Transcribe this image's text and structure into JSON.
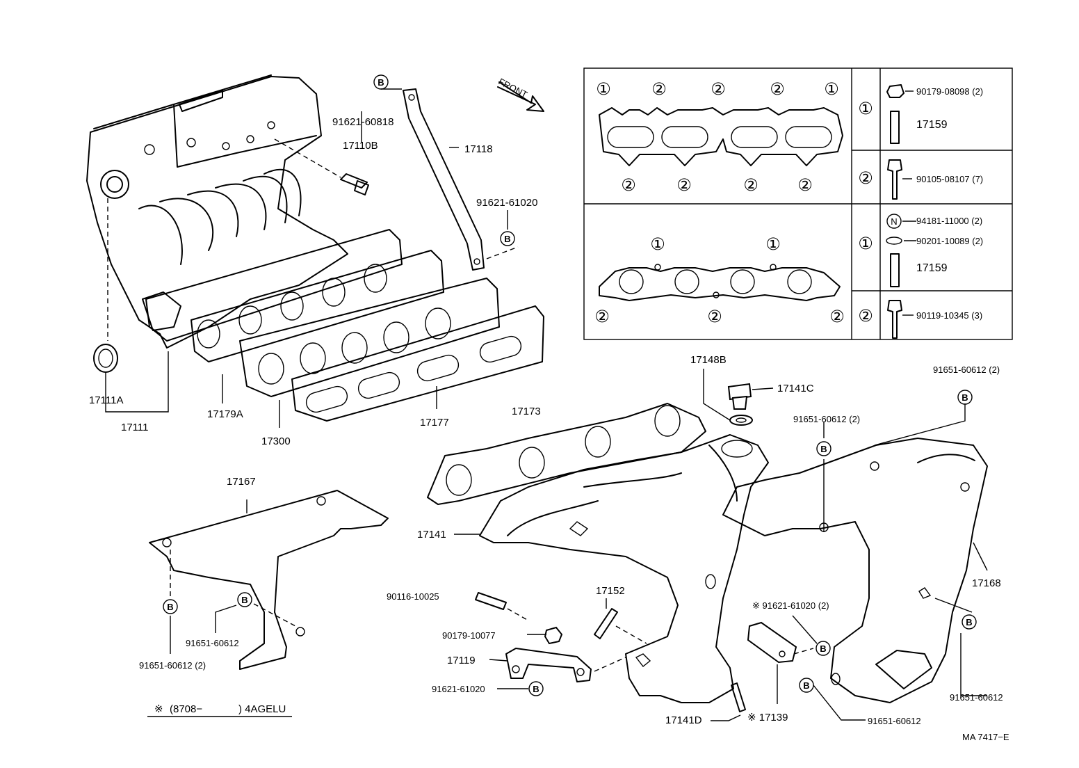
{
  "front_label": "FRONT",
  "note": {
    "mark": "※",
    "range": "(8708−",
    "model": ") 4AGELU"
  },
  "figure_code": "MA 7417−E",
  "gasket_table": {
    "intake_row": {
      "gasket_marks": [
        "①",
        "②",
        "②",
        "②",
        "①"
      ],
      "lower_marks": [
        "②",
        "②",
        "②",
        "②"
      ],
      "fasteners": [
        {
          "mark": "①",
          "parts": [
            "90179-08098 (2)",
            "17159"
          ]
        },
        {
          "mark": "②",
          "parts": [
            "90105-08107 (7)"
          ]
        }
      ]
    },
    "exhaust_row": {
      "gasket_marks": [
        "①",
        "①"
      ],
      "lower_marks": [
        "②",
        "②",
        "②"
      ],
      "fasteners": [
        {
          "mark": "①",
          "parts": [
            "94181-11000 (2)",
            "90201-10089 (2)",
            "17159"
          ],
          "nut_mark": "N"
        },
        {
          "mark": "②",
          "parts": [
            "90119-10345 (3)"
          ]
        }
      ]
    }
  },
  "callouts": {
    "p91621_60818": "91621-60818",
    "p17110B": "17110B",
    "p17118": "17118",
    "p91621_61020_top": "91621-61020",
    "p17111A": "17111A",
    "p17111": "17111",
    "p17179A": "17179A",
    "p17300": "17300",
    "p17177": "17177",
    "p17148B": "17148B",
    "p17141C": "17141C",
    "p91651_60612_2_a": "91651-60612 (2)",
    "p91651_60612_2_b": "91651-60612 (2)",
    "p17173": "17173",
    "p17167": "17167",
    "p17141": "17141",
    "p17168": "17168",
    "p17152": "17152",
    "p90116_10025": "90116-10025",
    "p90179_10077": "90179-10077",
    "p17119": "17119",
    "p91621_61020_bottom": "91621-61020",
    "p91621_61020_note": "※ 91621-61020 (2)",
    "p91651_60612_left": "91651-60612",
    "p91651_60612_2_left": "91651-60612 (2)",
    "p17141D": "17141D",
    "p17139": "※ 17139",
    "p91651_60612_bottom": "91651-60612",
    "p91651_60612_right": "91651-60612",
    "b_mark": "B"
  }
}
